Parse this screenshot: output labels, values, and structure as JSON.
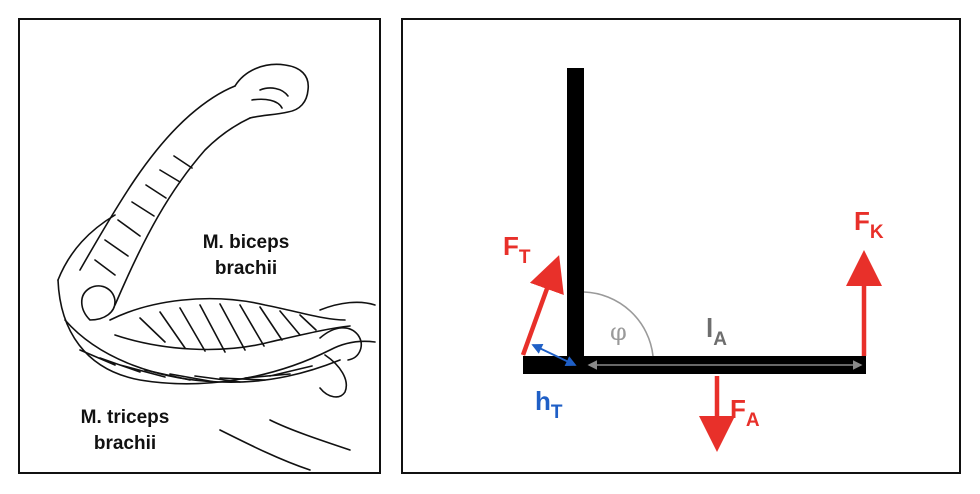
{
  "left_panel": {
    "biceps_label": [
      "M. biceps",
      "brachii"
    ],
    "triceps_label": [
      "M. triceps",
      "brachii"
    ]
  },
  "right_panel": {
    "force_T": {
      "base": "F",
      "sub": "T"
    },
    "force_K": {
      "base": "F",
      "sub": "K"
    },
    "force_A": {
      "base": "F",
      "sub": "A"
    },
    "lever_arm_T": {
      "base": "h",
      "sub": "T"
    },
    "lever_arm_A": {
      "base": "l",
      "sub": "A"
    },
    "angle_symbol": "φ"
  },
  "colors": {
    "force": "#e8302a",
    "lever_arm_blue": "#1f5fc6",
    "gray": "#8a8a8a",
    "bar": "#000000"
  }
}
